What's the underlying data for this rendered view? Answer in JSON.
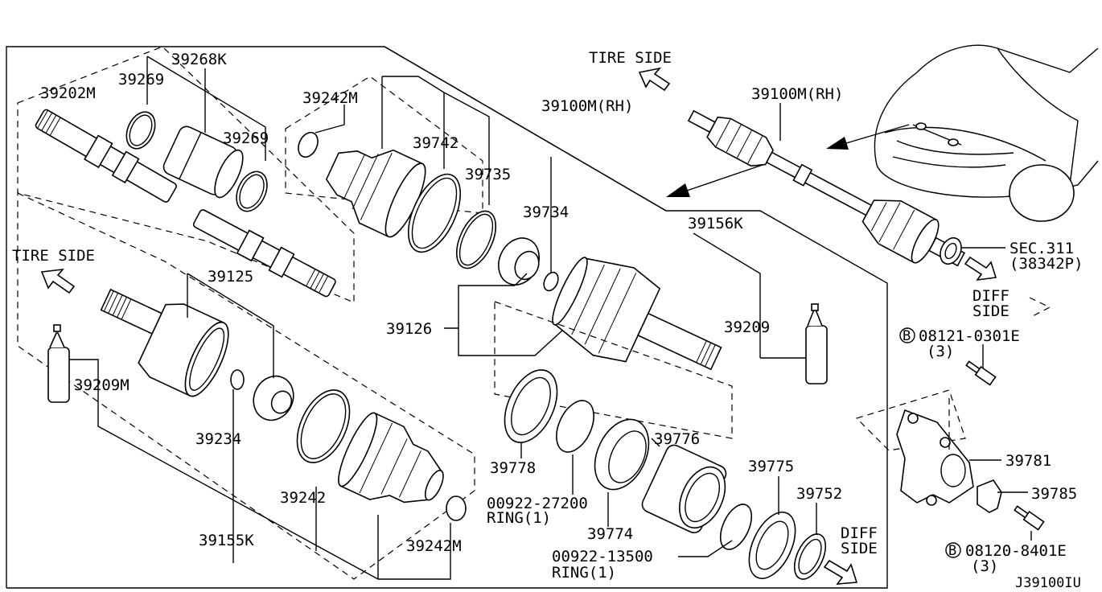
{
  "diagram_id": "J39100IU",
  "labels": {
    "p39268K": "39268K",
    "p39269_top": "39269",
    "p39202M": "39202M",
    "p39269_mid": "39269",
    "p39242M_top": "39242M",
    "p39742": "39742",
    "p39735": "39735",
    "p39734": "39734",
    "p39100M_mid": "39100M(RH)",
    "p39100M_right": "39100M(RH)",
    "p39156K": "39156K",
    "p39125": "39125",
    "p39126": "39126",
    "p39209_right": "39209",
    "p39209M": "39209M",
    "p39234": "39234",
    "p39242": "39242",
    "p39155K": "39155K",
    "p39242M_bot": "39242M",
    "p39778": "39778",
    "p00922_27200": "00922-27200",
    "ring1_a": "RING(1)",
    "p39774": "39774",
    "p39776": "39776",
    "p00922_13500": "00922-13500",
    "ring1_b": "RING(1)",
    "p39775": "39775",
    "p39752": "39752",
    "p39781": "39781",
    "p39785": "39785",
    "bolt1": "08121-0301E",
    "bolt1_qty": "(3)",
    "bolt2": "08120-8401E",
    "bolt2_qty": "(3)",
    "sec311": "SEC.311",
    "sec311_sub": "(38342P)",
    "bolt_symbol": "B"
  },
  "directions": {
    "tire_side_top": "TIRE SIDE",
    "tire_side_left": "TIRE SIDE",
    "diff_side_right_1": "DIFF",
    "diff_side_right_2": "SIDE",
    "diff_side_bottom_1": "DIFF",
    "diff_side_bottom_2": "SIDE"
  }
}
